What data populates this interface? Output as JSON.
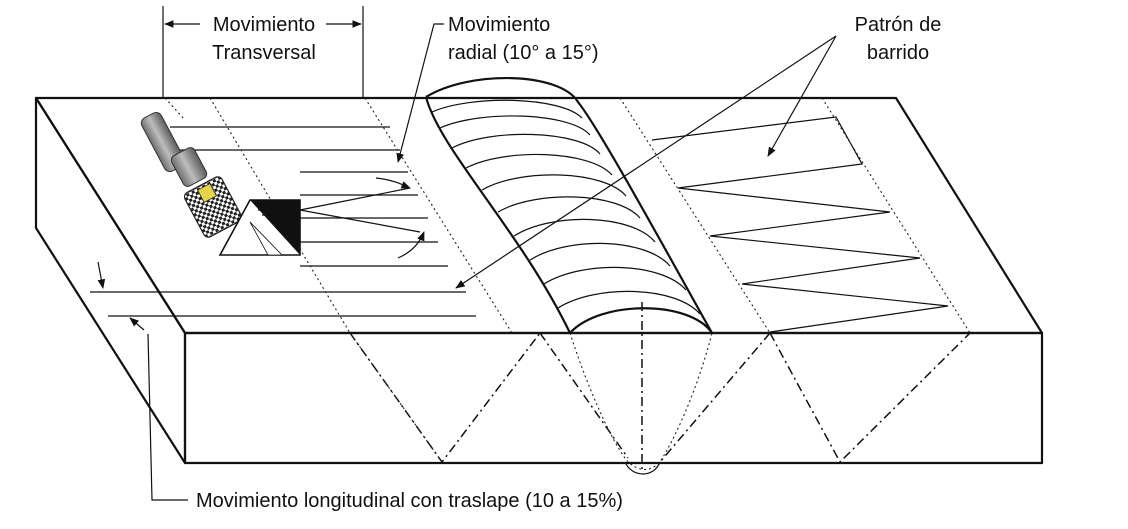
{
  "labels": {
    "transverse_line1": "Movimiento",
    "transverse_line2": "Transversal",
    "radial_line1": "Movimiento",
    "radial_line2": "radial (10° a 15°)",
    "sweep_line1": "Patrón de",
    "sweep_line2": "barrido",
    "longitudinal": "Movimiento longitudinal con traslape (10 a 15%)"
  },
  "colors": {
    "stroke": "#111111",
    "probe_body": "#8c8c8c",
    "background": "#ffffff"
  },
  "icons": {
    "probe": "ultrasonic-transducer-icon",
    "arrow": "arrowhead-icon"
  }
}
